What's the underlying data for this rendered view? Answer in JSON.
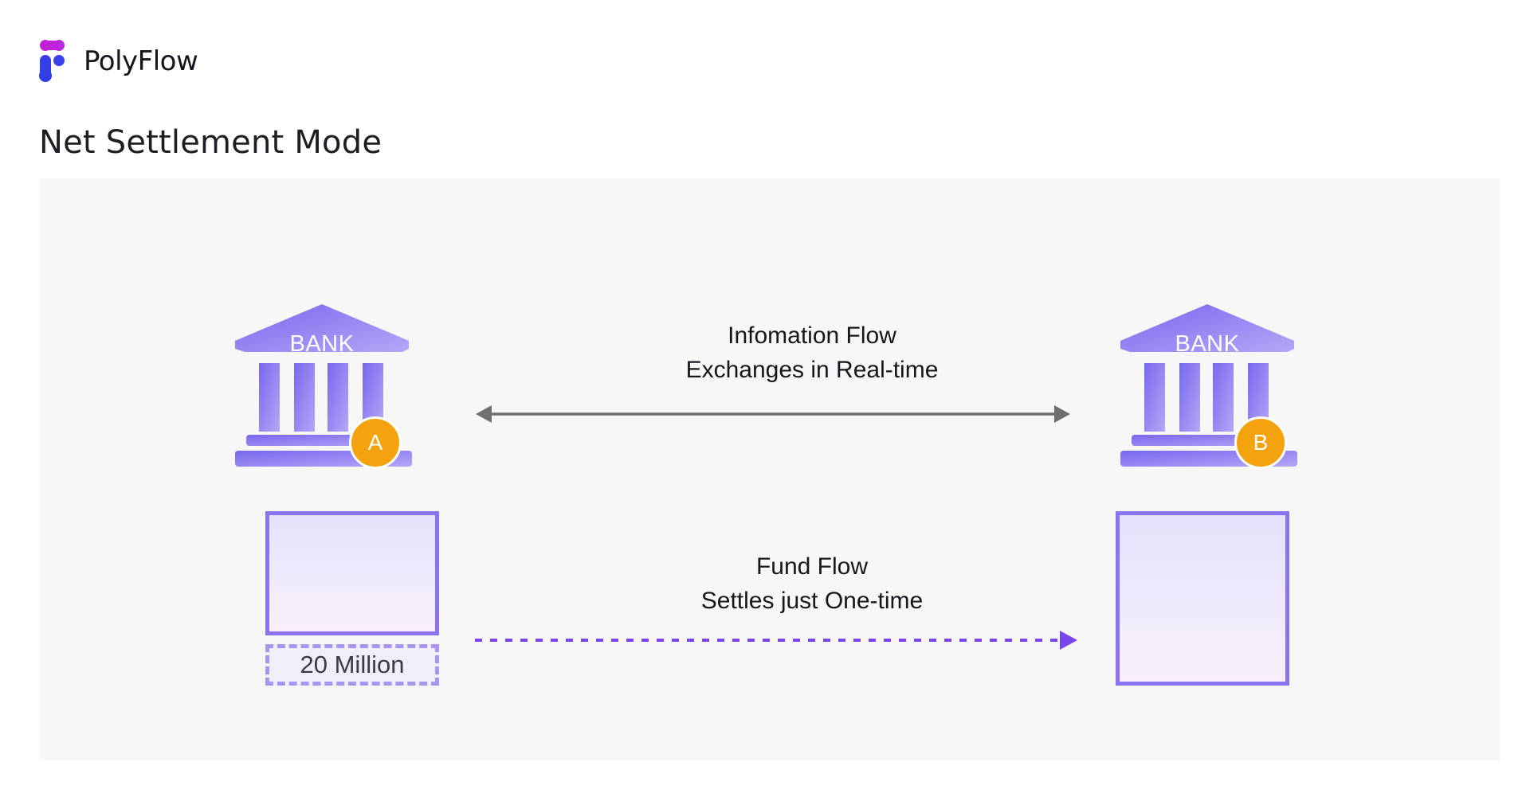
{
  "brand": {
    "name": "PolyFlow",
    "icon": "polyflow-logo-icon",
    "colors": [
      "#c21fd6",
      "#2f3ee8"
    ]
  },
  "page": {
    "title": "Net Settlement Mode"
  },
  "diagram": {
    "bank_a": {
      "label": "BANK",
      "badge": "A",
      "icon": "bank-building-icon"
    },
    "bank_b": {
      "label": "BANK",
      "badge": "B",
      "icon": "bank-building-icon"
    },
    "information_flow": {
      "line1": "Infomation Flow",
      "line2": "Exchanges in Real-time",
      "arrow": "bidirectional-arrow-icon"
    },
    "fund_flow": {
      "line1": "Fund Flow",
      "line2": "Settles just One-time",
      "arrow": "dashed-arrow-right-icon"
    },
    "amount": "20 Million",
    "colors": {
      "accent": "#8a73f0",
      "badge": "#f5a20f",
      "info_arrow": "#6f6f6f",
      "fund_arrow": "#7a45ea",
      "panel": "#f7f7f7"
    }
  }
}
